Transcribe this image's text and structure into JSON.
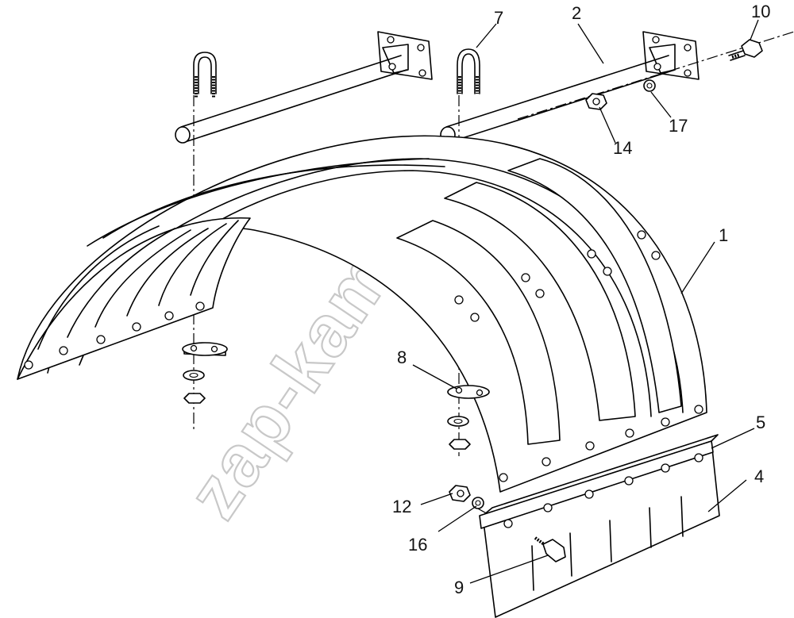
{
  "watermark": "zap-kam.ru",
  "callouts": [
    {
      "id": "1",
      "label": "1"
    },
    {
      "id": "2",
      "label": "2"
    },
    {
      "id": "4",
      "label": "4"
    },
    {
      "id": "5",
      "label": "5"
    },
    {
      "id": "7",
      "label": "7"
    },
    {
      "id": "8",
      "label": "8"
    },
    {
      "id": "9",
      "label": "9"
    },
    {
      "id": "10",
      "label": "10"
    },
    {
      "id": "12",
      "label": "12"
    },
    {
      "id": "14",
      "label": "14"
    },
    {
      "id": "16",
      "label": "16"
    },
    {
      "id": "17",
      "label": "17"
    }
  ]
}
